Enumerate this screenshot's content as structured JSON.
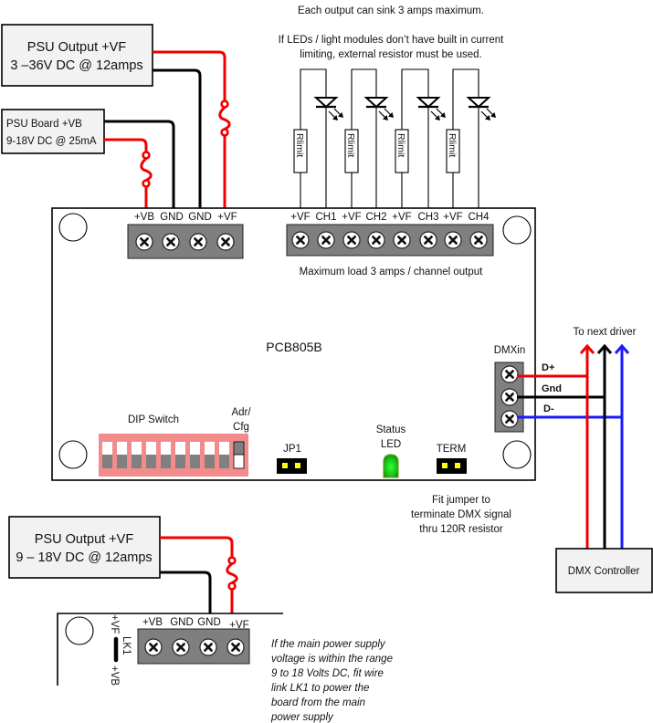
{
  "notes": {
    "sink_max": "Each output can sink 3 amps maximum.",
    "led_limit": [
      "If LEDs / light modules don’t have built in current",
      "limiting, external resistor must be used."
    ],
    "max_load": "Maximum load 3 amps / channel output",
    "term_note": [
      "Fit jumper to",
      "terminate DMX signal",
      "thru 120R resistor"
    ],
    "lk1_note": [
      "If the main power supply",
      "voltage is within the range",
      "9 to 18 Volts DC, fit wire",
      "link LK1 to power the",
      "board from the main",
      "power supply"
    ]
  },
  "psu_main": {
    "line1": "PSU Output +VF",
    "line2": "3 –36V DC @ 12amps"
  },
  "psu_board": {
    "line1": "PSU Board +VB",
    "line2": "9-18V DC @ 25mA"
  },
  "psu_alt": {
    "line1": "PSU Output +VF",
    "line2": "9 – 18V DC @ 12amps"
  },
  "board": {
    "name": "PCB805B",
    "power_terminals": [
      "+VB",
      "GND",
      "GND",
      "+VF"
    ],
    "output_terminals": [
      "+VF",
      "CH1",
      "+VF",
      "CH2",
      "+VF",
      "CH3",
      "+VF",
      "CH4"
    ],
    "resistor_label": "Rlimit",
    "dip_label": "DIP Switch",
    "adr_cfg": [
      "Adr/",
      "Cfg"
    ],
    "jp1": "JP1",
    "status_led": [
      "Status",
      "LED"
    ],
    "term": "TERM",
    "dmx_in": "DMXin",
    "dmx_lines": [
      "D+",
      "Gnd",
      "D-"
    ]
  },
  "dmx": {
    "to_next": "To next driver",
    "controller": "DMX Controller"
  },
  "alt_board": {
    "terminals": [
      "+VB",
      "GND",
      "GND",
      "+VF"
    ],
    "lk1": "LK1",
    "lk1_top": "+VF",
    "lk1_bottom": "+VB"
  },
  "colors": {
    "positive_wire": "#f20000",
    "ground_wire": "#000000",
    "negative_wire": "#1a1aff",
    "dip_body": "#f28b8b",
    "terminal_block": "#7f7f7f",
    "status_led": "#22dd22",
    "jumper_pins": "#ffff00"
  }
}
